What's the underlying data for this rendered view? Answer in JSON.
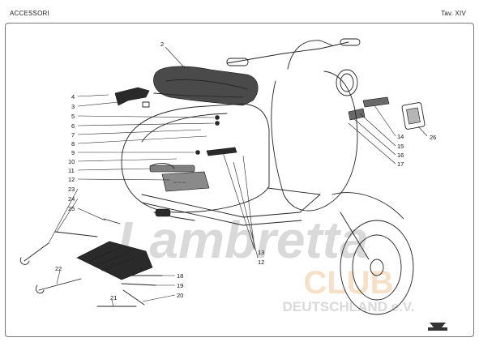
{
  "header": {
    "title": "ACCESSORI",
    "table": "Tav. XIV"
  },
  "watermark": {
    "line1": "Lambretta",
    "line2": "CLUB",
    "line3": "DEUTSCHLAND e.V."
  },
  "colors": {
    "watermark_gray": "#d9d9d9",
    "watermark_orange": "#f6e0c8",
    "ink": "#222222"
  },
  "callouts": [
    {
      "label": "2"
    },
    {
      "label": "4"
    },
    {
      "label": "3"
    },
    {
      "label": "5"
    },
    {
      "label": "6"
    },
    {
      "label": "7"
    },
    {
      "label": "8"
    },
    {
      "label": "9"
    },
    {
      "label": "10"
    },
    {
      "label": "11"
    },
    {
      "label": "12"
    },
    {
      "label": "23"
    },
    {
      "label": "24"
    },
    {
      "label": "25"
    },
    {
      "label": "22"
    },
    {
      "label": "21"
    },
    {
      "label": "18"
    },
    {
      "label": "19"
    },
    {
      "label": "20"
    },
    {
      "label": "13"
    },
    {
      "label": "12"
    },
    {
      "label": "14"
    },
    {
      "label": "15"
    },
    {
      "label": "16"
    },
    {
      "label": "17"
    },
    {
      "label": "26"
    }
  ]
}
